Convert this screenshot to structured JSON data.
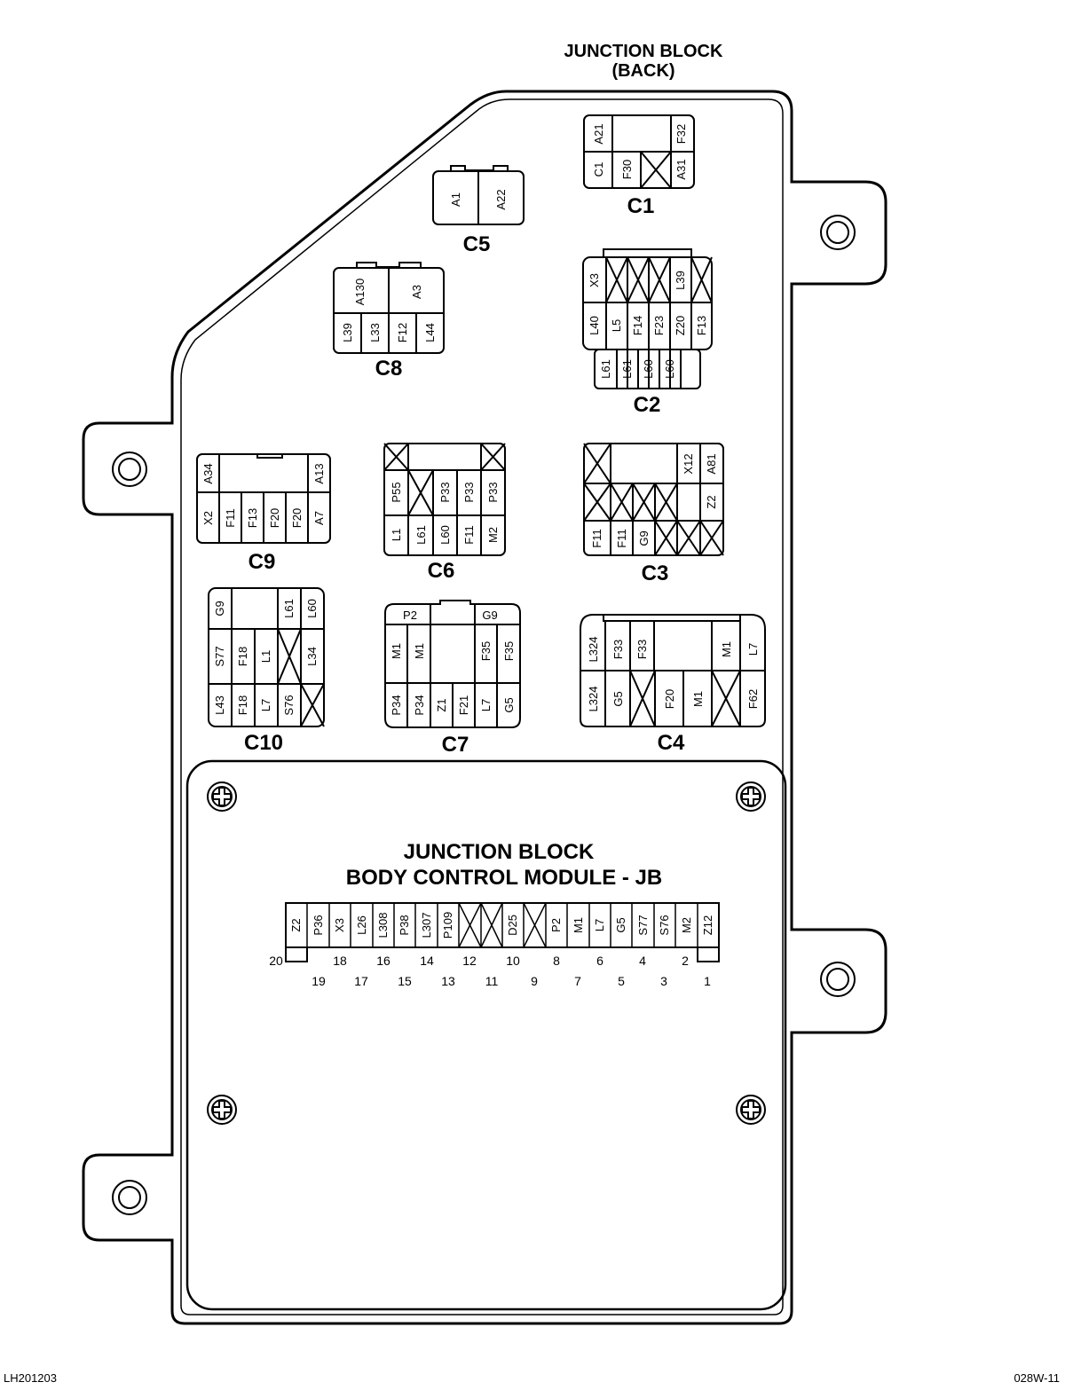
{
  "header": {
    "line1": "JUNCTION BLOCK",
    "line2": "(BACK)"
  },
  "module": {
    "line1": "JUNCTION BLOCK",
    "line2": "BODY CONTROL MODULE - JB"
  },
  "footer": {
    "left": "LH201203",
    "right": "028W-11"
  },
  "connectors": [
    {
      "id": "C1",
      "pins": [
        "A21",
        "F32",
        "C1",
        "F30",
        "A31"
      ]
    },
    {
      "id": "C5",
      "pins": [
        "A1",
        "A22"
      ]
    },
    {
      "id": "C8",
      "pins": [
        "A130",
        "A3",
        "L39",
        "L33",
        "F12",
        "L44"
      ]
    },
    {
      "id": "C2",
      "pins": [
        "X3",
        "L39",
        "L40",
        "L5",
        "F14",
        "F23",
        "Z20",
        "F13",
        "L61",
        "L61",
        "L60",
        "L60"
      ]
    },
    {
      "id": "C9",
      "pins": [
        "A34",
        "A13",
        "X2",
        "F11",
        "F13",
        "F20",
        "F20",
        "A7"
      ]
    },
    {
      "id": "C6",
      "pins": [
        "P55",
        "P33",
        "P33",
        "P33",
        "L1",
        "L61",
        "L60",
        "F11",
        "M2"
      ]
    },
    {
      "id": "C3",
      "pins": [
        "X12",
        "A81",
        "Z2",
        "F11",
        "F11",
        "G9"
      ]
    },
    {
      "id": "C10",
      "pins": [
        "G9",
        "L61",
        "L60",
        "S77",
        "F18",
        "L1",
        "L34",
        "L43",
        "F18",
        "L7",
        "S76"
      ]
    },
    {
      "id": "C7",
      "pins": [
        "P2",
        "G9",
        "M1",
        "M1",
        "F35",
        "F35",
        "P34",
        "P34",
        "Z1",
        "F21",
        "L7",
        "G5"
      ]
    },
    {
      "id": "C4",
      "pins": [
        "L324",
        "F33",
        "F33",
        "M1",
        "L7",
        "L324",
        "G5",
        "F20",
        "M1",
        "F62"
      ]
    }
  ],
  "jb_connector": {
    "pins": [
      "Z2",
      "P36",
      "X3",
      "L26",
      "L308",
      "P38",
      "L307",
      "P109",
      "",
      "",
      "D25",
      "",
      "P2",
      "M1",
      "L7",
      "G5",
      "S77",
      "S76",
      "M2",
      "Z12"
    ],
    "numbers_top": [
      "20",
      "18",
      "16",
      "14",
      "12",
      "10",
      "8",
      "6",
      "4",
      "2"
    ],
    "numbers_bottom": [
      "19",
      "17",
      "15",
      "13",
      "11",
      "9",
      "7",
      "5",
      "3",
      "1"
    ]
  }
}
